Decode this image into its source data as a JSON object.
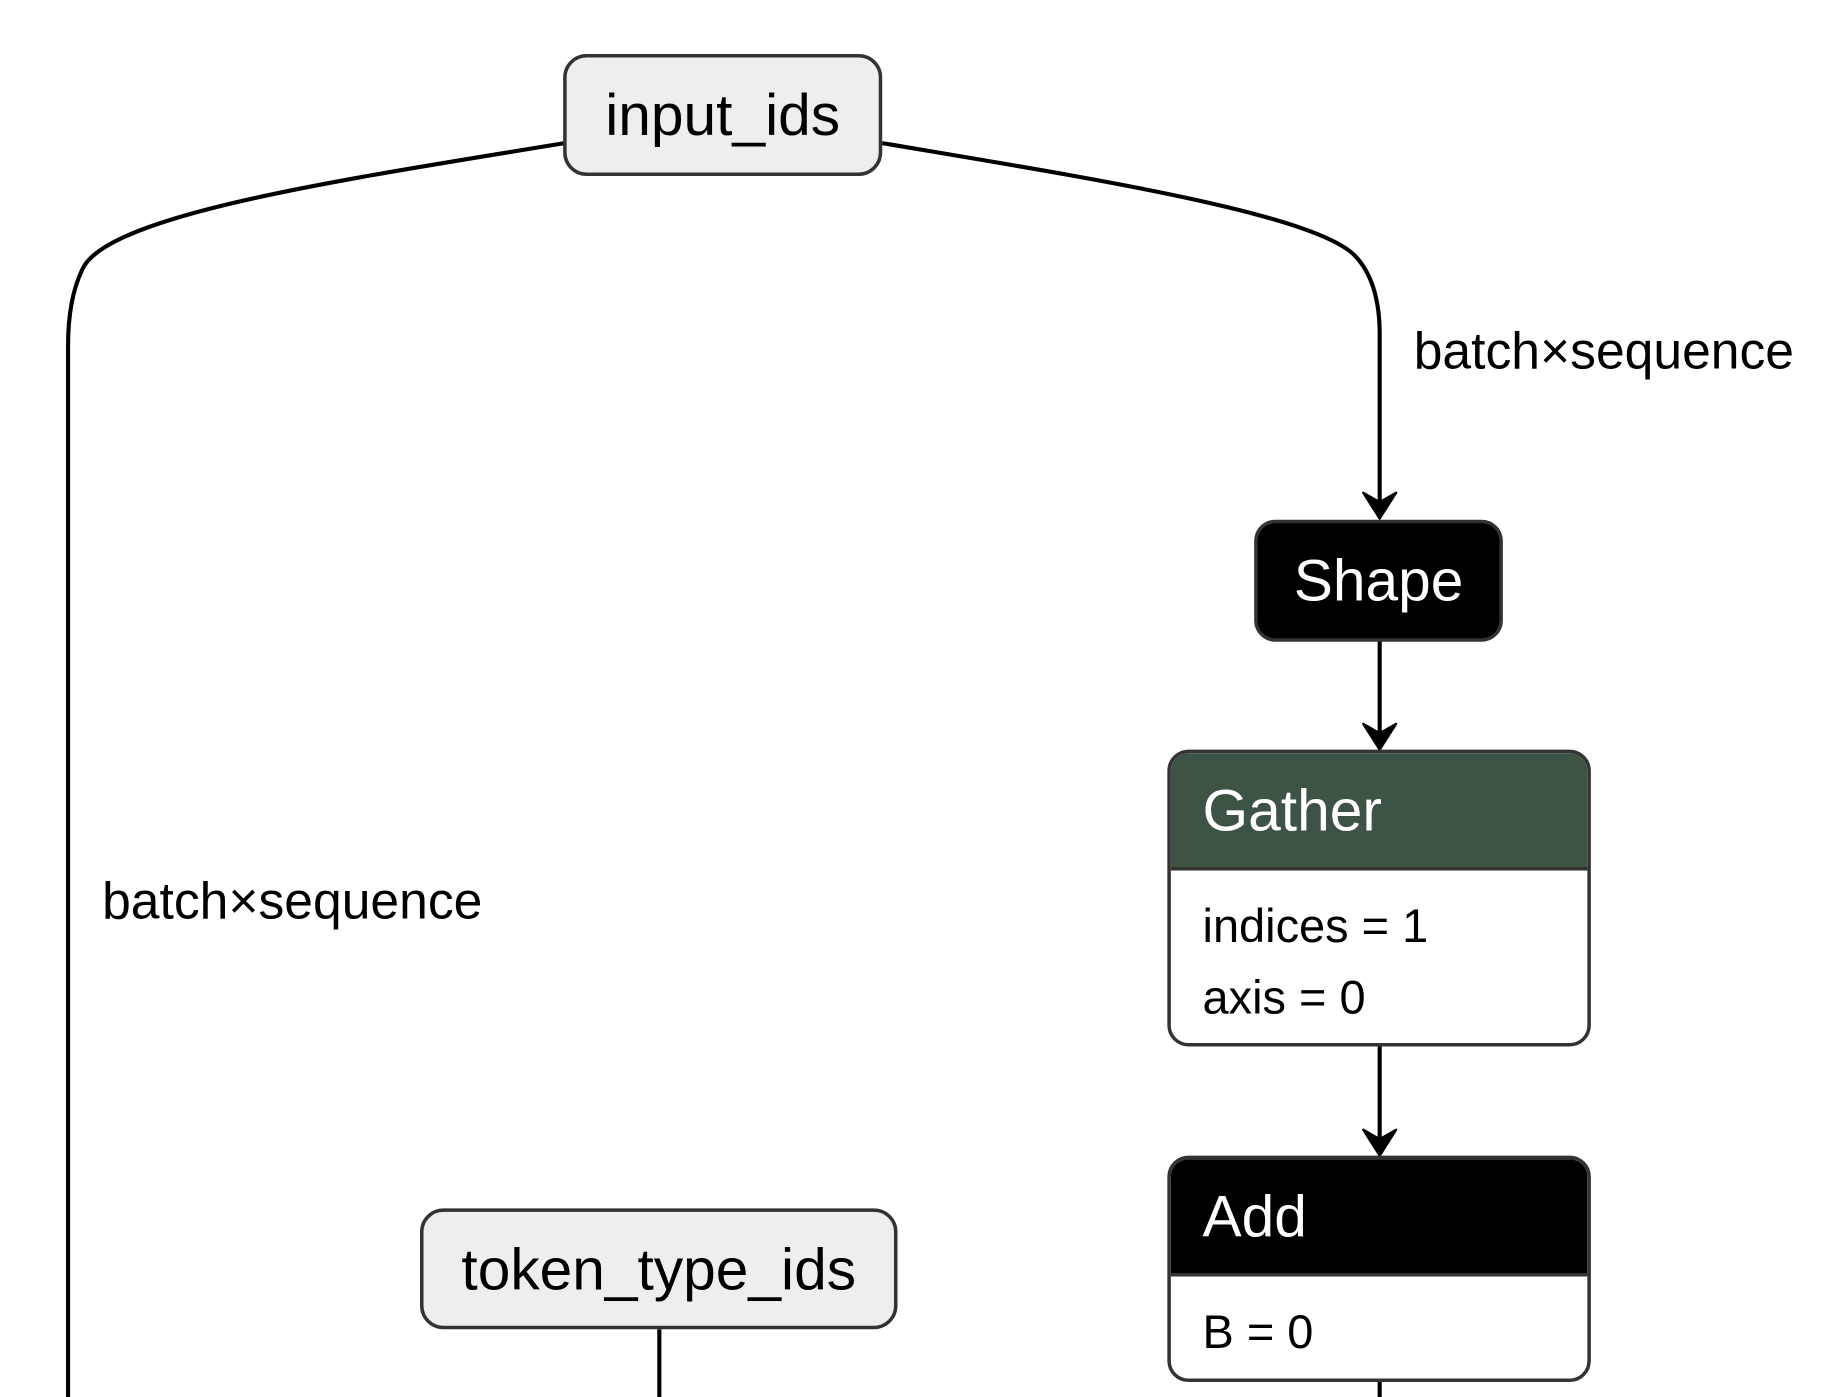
{
  "nodes": {
    "input_ids": {
      "label": "input_ids"
    },
    "token_type_ids": {
      "label": "token_type_ids"
    },
    "shape": {
      "label": "Shape"
    },
    "gather": {
      "label": "Gather",
      "attributes": [
        {
          "name": "indices",
          "value": "1",
          "text": "indices = 1"
        },
        {
          "name": "axis",
          "value": "0",
          "text": "axis = 0"
        }
      ]
    },
    "add": {
      "label": "Add",
      "attributes": [
        {
          "name": "B",
          "value": "0",
          "text": "B = 0"
        }
      ]
    }
  },
  "edges": [
    {
      "from": "input_ids",
      "to": "Shape",
      "label": "batch×sequence"
    },
    {
      "from": "input_ids",
      "to": "(below view)",
      "label": "batch×sequence"
    },
    {
      "from": "Shape",
      "to": "Gather",
      "label": ""
    },
    {
      "from": "Gather",
      "to": "Add",
      "label": ""
    },
    {
      "from": "token_type_ids",
      "to": "(below view)",
      "label": ""
    },
    {
      "from": "Add",
      "to": "(below view)",
      "label": ""
    }
  ],
  "colors": {
    "input_node_fill": "#eeeeee",
    "op_node_fill": "#000000",
    "gather_header_fill": "#3d5445",
    "border": "#333333",
    "edge": "#000000"
  }
}
